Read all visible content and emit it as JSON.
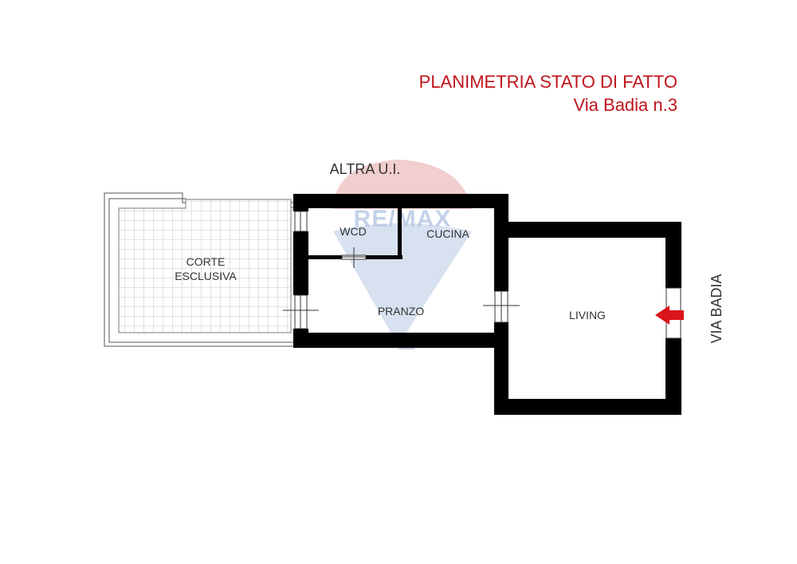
{
  "title": {
    "main": "PLANIMETRIA STATO DI FATTO",
    "sub": "Via Badia n.3"
  },
  "labels": {
    "neighbor": "ALTRA U.I.",
    "street": "VIA BADIA",
    "corte_line1": "CORTE",
    "corte_line2": "ESCLUSIVA",
    "wcd": "WCD",
    "cucina": "CUCINA",
    "pranzo": "PRANZO",
    "living": "LIVING"
  },
  "watermark": {
    "brand": "RE/MAX"
  },
  "colors": {
    "title": "#c0141b",
    "walls": "#000000",
    "entrance_arrow": "#d9141b",
    "watermark_red": "#e7a5a5",
    "watermark_blue": "#b9c9e4",
    "grid": "#b5b5b5"
  },
  "icons": {
    "entrance": "entrance-arrow-icon",
    "watermark": "remax-balloon-icon"
  }
}
